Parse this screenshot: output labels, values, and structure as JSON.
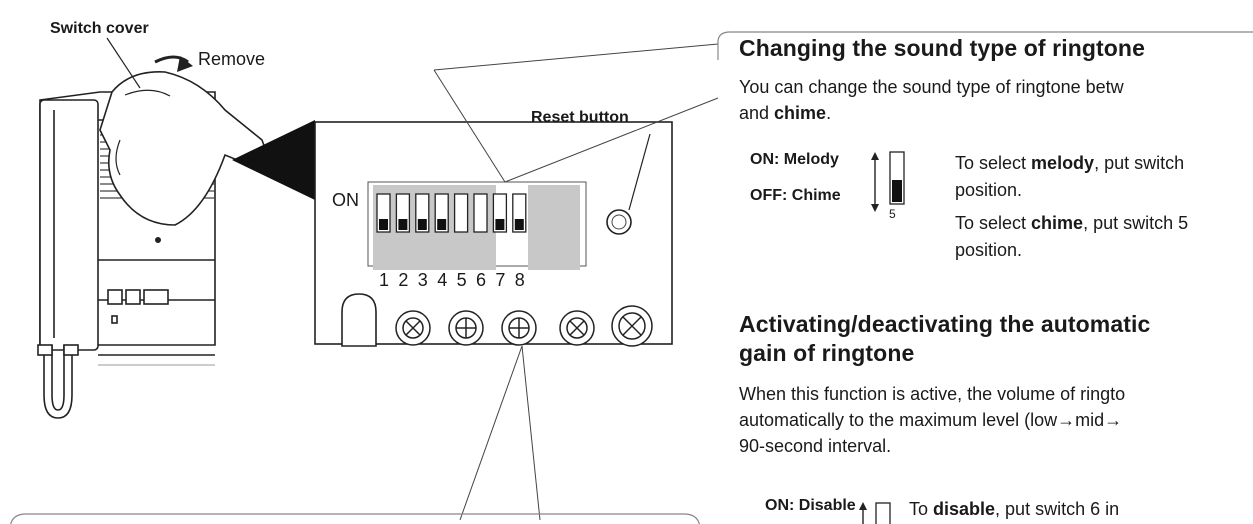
{
  "illustration": {
    "switch_cover_label": "Switch cover",
    "remove_label": "Remove",
    "reset_button_label": "Reset button",
    "on_label": "ON",
    "dip_numbers": [
      "1",
      "2",
      "3",
      "4",
      "5",
      "6",
      "7",
      "8"
    ]
  },
  "section_ringtone_type": {
    "heading": "Changing the sound type of ringtone",
    "intro_part1": "You can change the sound type of ringtone betw",
    "intro_part2_pre": "and ",
    "intro_part2_bold": "chime",
    "intro_part2_post": ".",
    "on_label": "ON: Melody",
    "off_label": "OFF: Chime",
    "switch_number": "5",
    "melody_pre": "To select ",
    "melody_bold": "melody",
    "melody_post": ", put switch",
    "melody_line2": "position.",
    "chime_pre": "To select ",
    "chime_bold": "chime",
    "chime_post": ", put switch 5",
    "chime_line2": "position."
  },
  "section_auto_gain": {
    "heading_line1": "Activating/deactivating the automatic",
    "heading_line2": "gain of ringtone",
    "body_line1": "When this function is active, the volume of ringto",
    "body_line2": "automatically to the maximum level (low→mid→",
    "body_line3": "90-second interval.",
    "on_label": "ON: Disable",
    "disable_pre": "To ",
    "disable_bold": "disable",
    "disable_post": ", put switch 6 in"
  }
}
